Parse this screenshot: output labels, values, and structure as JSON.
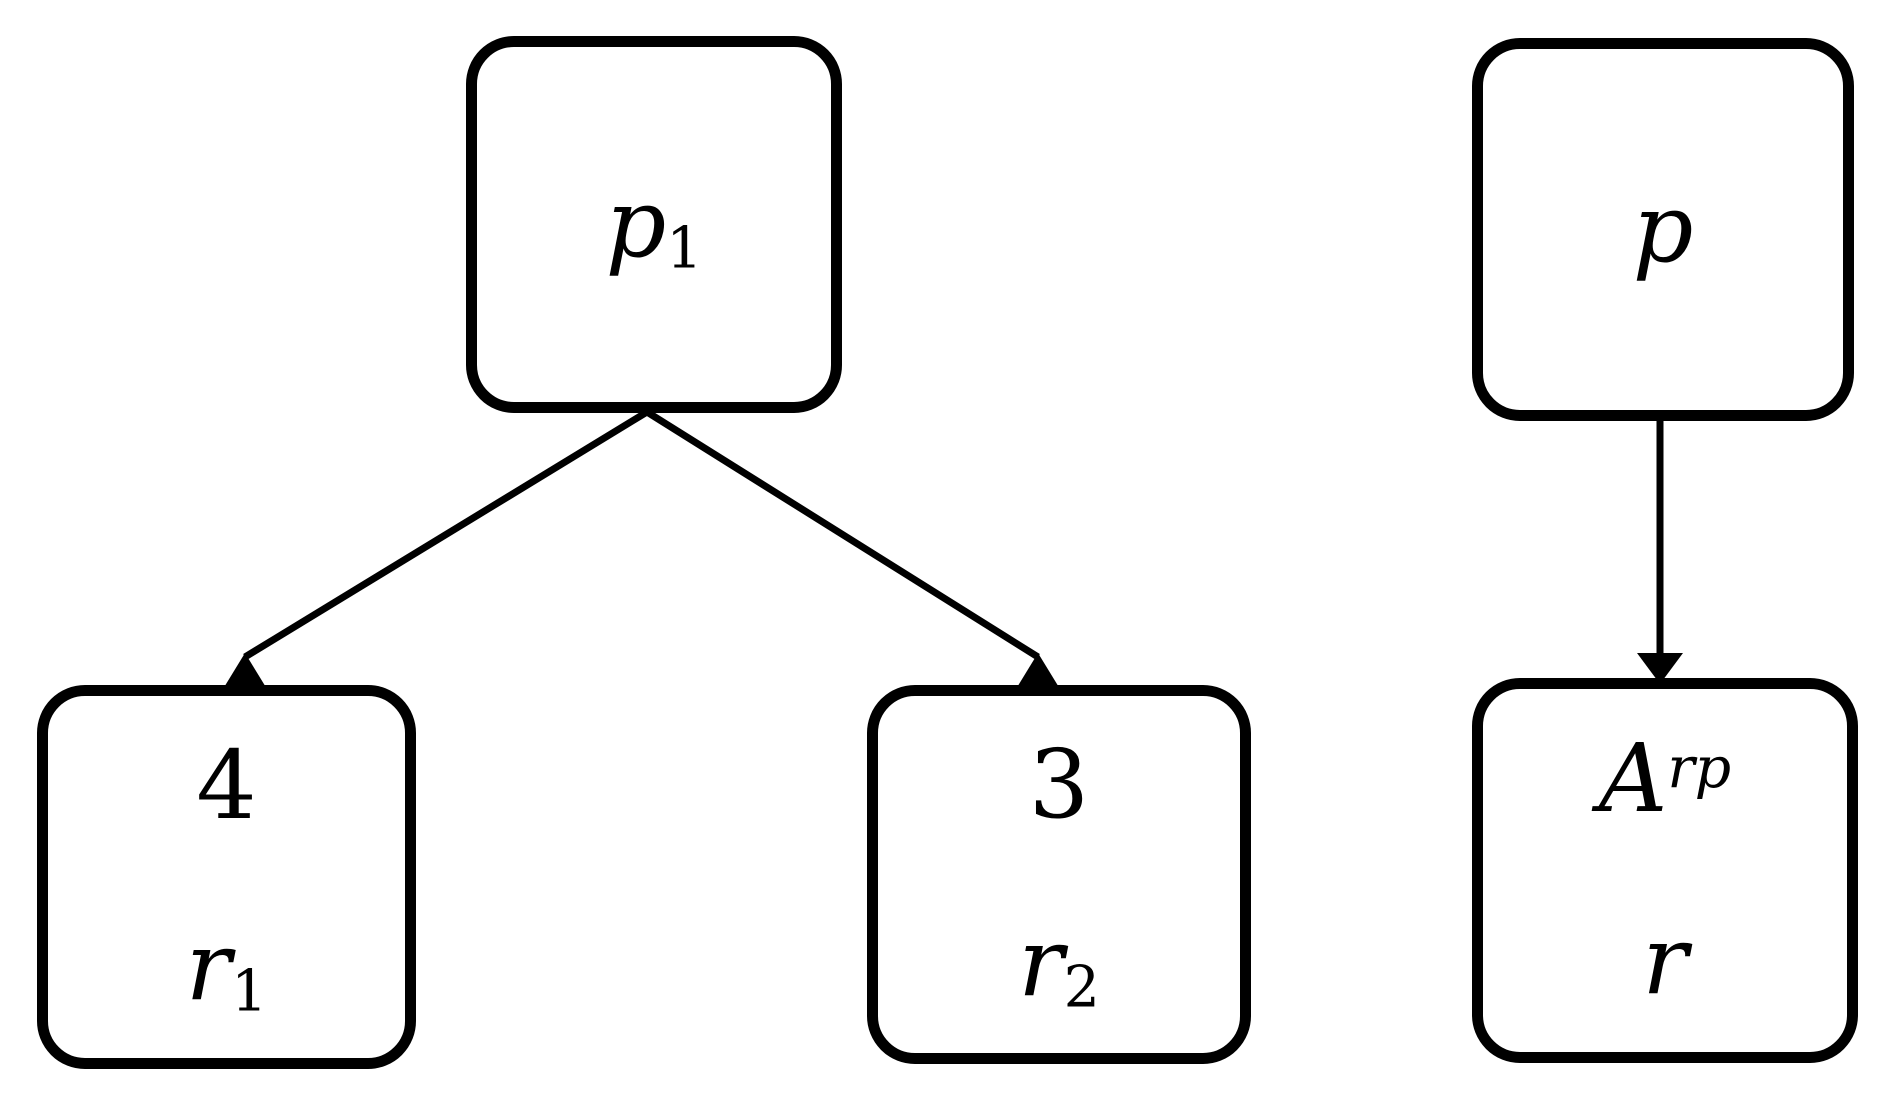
{
  "diagram": {
    "colors": {
      "background": "#ffffff",
      "stroke": "#000000",
      "text": "#000000"
    },
    "nodes": {
      "p1": {
        "base": "p",
        "sub": "1"
      },
      "r1": {
        "value": "4",
        "base": "r",
        "sub": "1"
      },
      "r2": {
        "value": "3",
        "base": "r",
        "sub": "2"
      },
      "p": {
        "base": "p"
      },
      "arp": {
        "value_base": "A",
        "value_sup": "rp",
        "base": "r"
      }
    },
    "edges": [
      {
        "from": "p1",
        "to": "r1"
      },
      {
        "from": "p1",
        "to": "r2"
      },
      {
        "from": "p",
        "to": "arp"
      }
    ]
  }
}
